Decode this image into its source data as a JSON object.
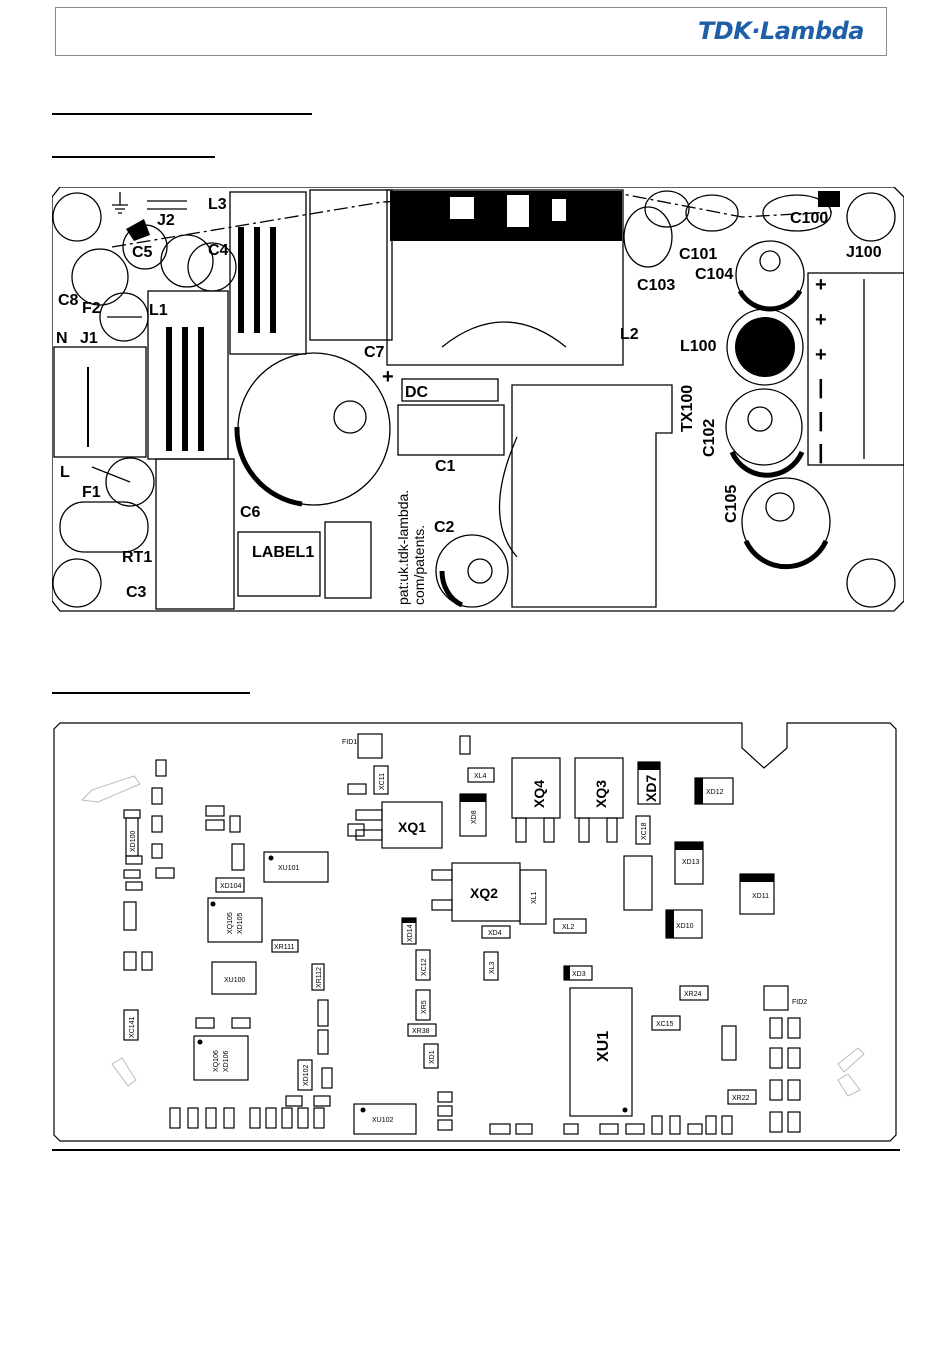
{
  "header": {
    "logo_text": "TDK·Lambda",
    "logo_color": "#1f5fa8",
    "border_color": "#8a8a8a"
  },
  "top_board": {
    "labels": {
      "j2": "J2",
      "l3": "L3",
      "c5": "C5",
      "c4": "C4",
      "c8": "C8",
      "f2": "F2",
      "l1": "L1",
      "n": "N",
      "j1": "J1",
      "l": "L",
      "f1": "F1",
      "rt1": "RT1",
      "c3": "C3",
      "c6": "C6",
      "label1": "LABEL1",
      "c7": "C7",
      "dc": "DC",
      "c1": "C1",
      "c2": "C2",
      "patent1": "pat:uk.tdk-lambda.",
      "patent2": "com/patents.",
      "l2": "L2",
      "c103": "C103",
      "c101": "C101",
      "c104": "C104",
      "c100": "C100",
      "j100": "J100",
      "l100": "L100",
      "tx100": "TX100",
      "c102": "C102",
      "c105": "C105"
    }
  },
  "bottom_board": {
    "labels": {
      "fid1": "FID1",
      "fid2": "FID2",
      "xq1": "XQ1",
      "xq2": "XQ2",
      "xq3": "XQ3",
      "xq4": "XQ4",
      "xd7": "XD7",
      "xd12": "XD12",
      "xd13": "XD13",
      "xd11": "XD11",
      "xd10": "XD10",
      "xd8": "XD8",
      "xl4": "XL4",
      "xl1": "XL1",
      "xl2": "XL2",
      "xl3": "XL3",
      "xu1": "XU1",
      "xu101": "XU101",
      "xu100": "XU100",
      "xu102": "XU102",
      "xq105": "XQ105",
      "xd105": "XD105",
      "xq106": "XQ106",
      "xd106": "XD106",
      "xd104": "XD104",
      "xr111": "XR111",
      "xr112": "XR112",
      "xc11": "XC11",
      "xc12": "XC12",
      "xr5": "XR5",
      "xr38": "XR38",
      "xd1": "XD1",
      "xd14": "XD14",
      "xd4": "XD4",
      "xd3": "XD3",
      "xc141": "XC141",
      "xd100": "XD100",
      "xd102": "XD102",
      "xr24": "XR24",
      "xr22": "XR22",
      "xc15": "XC15",
      "xc18": "XC18"
    }
  }
}
